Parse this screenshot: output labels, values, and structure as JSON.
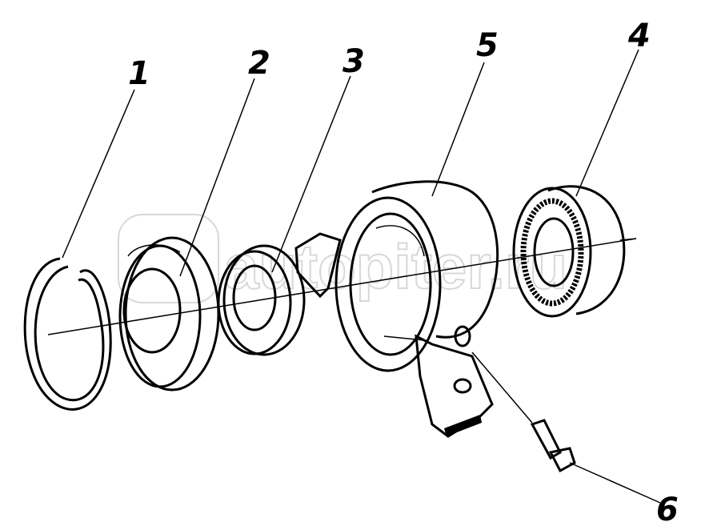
{
  "diagram": {
    "watermark": "autopiter.ru",
    "callouts": [
      {
        "id": "1",
        "label": "1"
      },
      {
        "id": "2",
        "label": "2"
      },
      {
        "id": "3",
        "label": "3"
      },
      {
        "id": "4",
        "label": "4"
      },
      {
        "id": "5",
        "label": "5"
      },
      {
        "id": "6",
        "label": "6"
      }
    ]
  }
}
